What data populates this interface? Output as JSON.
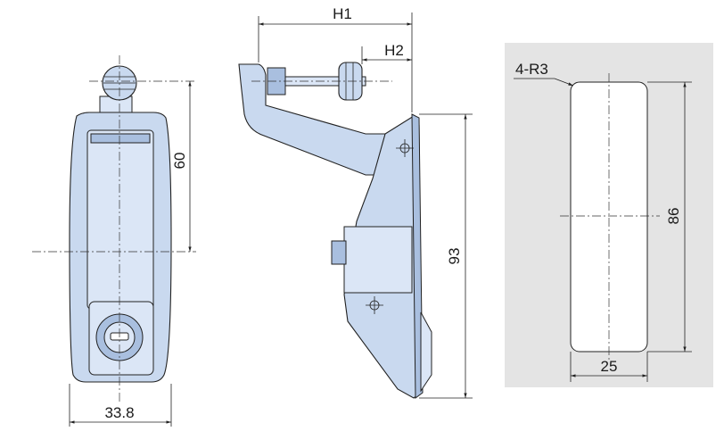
{
  "dimensions": {
    "front_width": "33.8",
    "front_height": "60",
    "side_height": "93",
    "h1": "H1",
    "h2": "H2",
    "cutout_height": "86",
    "cutout_width": "25",
    "corner_radius": "4-R3"
  },
  "colors": {
    "part_fill": "#c9d9ef",
    "panel_fill": "#e4e4e4",
    "line": "#222222"
  }
}
